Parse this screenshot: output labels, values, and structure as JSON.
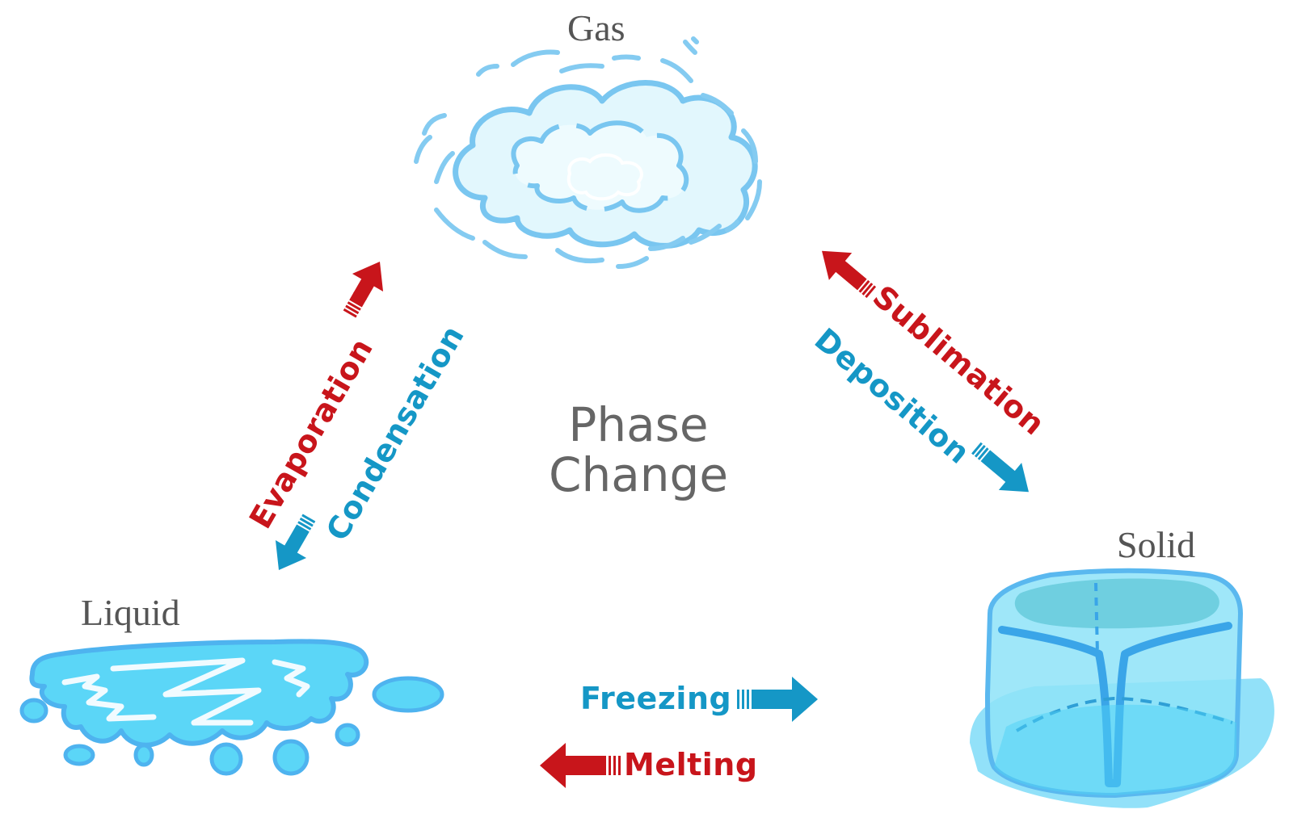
{
  "title": "Phase Change",
  "center": {
    "line1": "Phase",
    "line2": "Change"
  },
  "states": {
    "gas": "Gas",
    "liquid": "Liquid",
    "solid": "Solid"
  },
  "processes": {
    "evaporation": "Evaporation",
    "condensation": "Condensation",
    "sublimation": "Sublimation",
    "deposition": "Deposition",
    "freezing": "Freezing",
    "melting": "Melting"
  },
  "colors": {
    "heating": "#c8151b",
    "cooling": "#1597c6",
    "water_fill": "#5bd6f7",
    "water_outline": "#4eb3ef",
    "cloud_fill": "#dff6fd",
    "cloud_outline": "#79c6f0",
    "label_gray": "#555555"
  }
}
